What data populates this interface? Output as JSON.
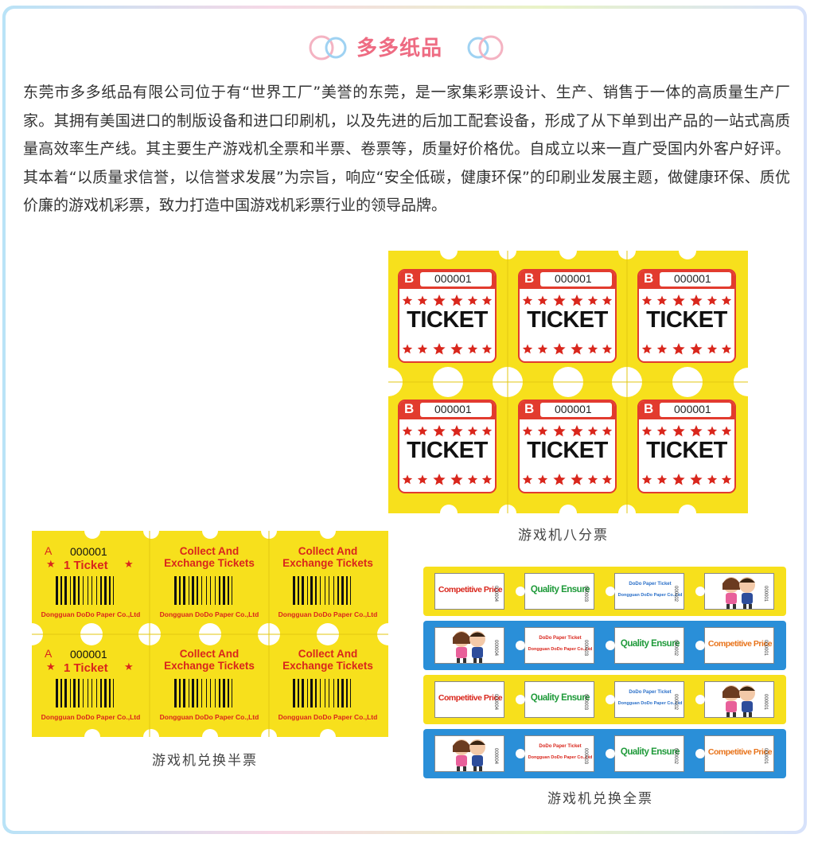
{
  "header": {
    "title": "多多纸品"
  },
  "intro": {
    "text": "东莞市多多纸品有限公司位于有“世界工厂”美誉的东莞，是一家集彩票设计、生产、销售于一体的高质量生产厂家。其拥有美国进口的制版设备和进口印刷机，以及先进的后加工配套设备，形成了从下单到出产品的一站式高质量高效率生产线。其主要生产游戏机全票和半票、卷票等，质量好价格优。自成立以来一直广受国内外客户好评。其本着“以质量求信誉，以信誉求发展”为宗旨，响应“安全低碳，健康环保”的印刷业发展主题，做健康环保、质优价廉的游戏机彩票，致力打造中国游戏机彩票行业的领导品牌。"
  },
  "ticket_eight": {
    "caption": "游戏机八分票",
    "letter": "B",
    "number": "000001",
    "word": "TICKET"
  },
  "ticket_half": {
    "caption": "游戏机兑换半票",
    "letter": "A",
    "number": "000001",
    "one_ticket": "1 Ticket",
    "collect_line1": "Collect And",
    "collect_line2": "Exchange Tickets",
    "company": "Dongguan DoDo Paper Co.,Ltd"
  },
  "ticket_full": {
    "caption": "游戏机兑换全票",
    "competitive": "Competitive Price",
    "quality": "Quality Ensure",
    "dodo_line1": "DoDo Paper Ticket",
    "dodo_line2": "Dongguan DoDo Paper Co.,Ltd",
    "serial1": "000001",
    "serial2": "000002",
    "serial3": "000003",
    "serial4": "000004"
  },
  "colors": {
    "accent": "#ee6b82",
    "ticket_yellow": "#f7e01c",
    "ticket_red": "#d9261c",
    "ticket_blue": "#2a8fd8",
    "quality_green": "#1f9a3a",
    "competitive_orange": "#e8731a"
  }
}
